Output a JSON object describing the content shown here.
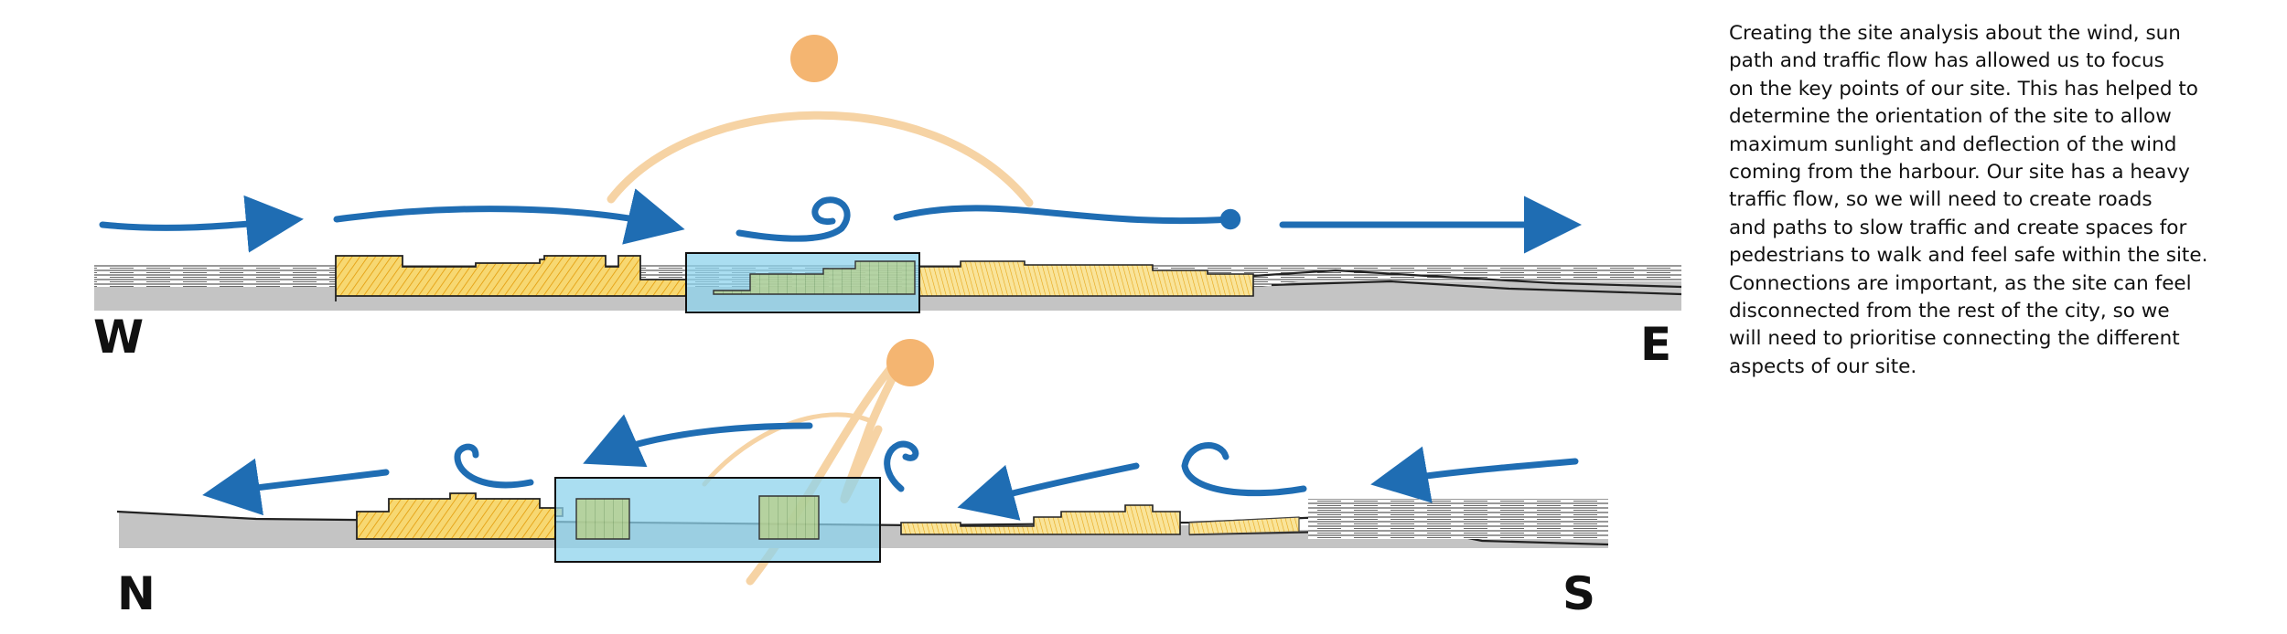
{
  "colors": {
    "wind": "#1f6db3",
    "sun": "#f4b571",
    "sun_path": "#f6d3a4",
    "buildings": "#f2b51e",
    "site_box": "#8ed3ec",
    "ground": "#c4c4c4",
    "road_lines": "#2a2a2a"
  },
  "elevations": {
    "top": {
      "left_label": "W",
      "right_label": "E"
    },
    "bottom": {
      "left_label": "N",
      "right_label": "S"
    }
  },
  "description": "Creating the site analysis about the wind, sun\npath and traffic flow has allowed us to focus\non the key points of our site. This has helped to\ndetermine the orientation of the site to allow\nmaximum sunlight and deflection of the wind\ncoming from the harbour. Our site has a heavy\ntraffic flow, so we will need to create roads\nand paths to slow traffic and create spaces for\npedestrians to walk and feel safe within the site.\nConnections are important, as the site can feel\ndisconnected from the rest of the city, so we\nwill need to prioritise connecting the different\naspects of our site."
}
